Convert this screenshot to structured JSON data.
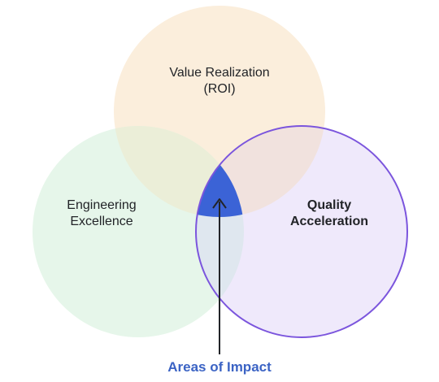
{
  "diagram": {
    "sets": {
      "value_realization": {
        "lines": [
          "Value Realization",
          "(ROI)"
        ],
        "color": "#fbeedc"
      },
      "engineering_excellence": {
        "lines": [
          "Engineering",
          "Excellence"
        ],
        "color": "#e6f6ea"
      },
      "quality_acceleration": {
        "lines": [
          "Quality",
          "Acceleration"
        ],
        "color": "#efe9fb",
        "outline": "#7b55dd"
      }
    },
    "intersection": {
      "label": "Areas of Impact",
      "color": "#3b63d6",
      "label_color": "#3b63c4"
    }
  }
}
